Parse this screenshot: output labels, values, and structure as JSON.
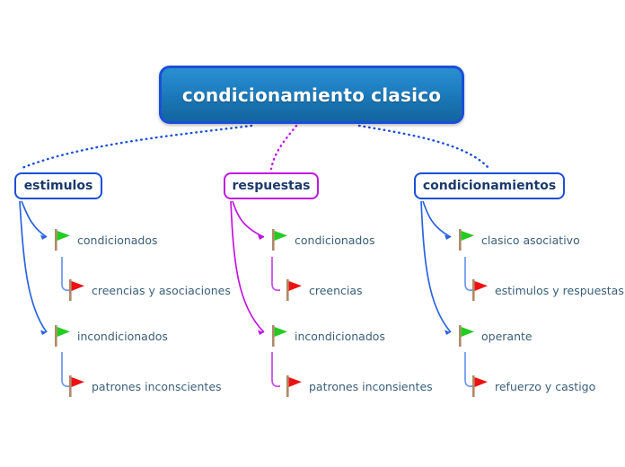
{
  "diagram": {
    "type": "mind-map",
    "background_color": "#ffffff",
    "root": {
      "label": "condicionamiento clasico",
      "fill_color": "#1f81c4",
      "border_color": "#1b4fd8",
      "text_color": "#ffffff"
    },
    "branches": [
      {
        "label": "estimulos",
        "border_color": "#1b4fd8",
        "connector_color": "#1b4fd8",
        "text_color": "#1b3a6b",
        "items": [
          {
            "label": "condicionados",
            "flag": "green-flag-icon",
            "flag_color": "#22cc22"
          },
          {
            "label": "creencias y asociaciones",
            "flag": "red-flag-icon",
            "flag_color": "#ee1111"
          },
          {
            "label": "incondicionados",
            "flag": "green-flag-icon",
            "flag_color": "#22cc22"
          },
          {
            "label": "patrones inconscientes",
            "flag": "red-flag-icon",
            "flag_color": "#ee1111"
          }
        ]
      },
      {
        "label": "respuestas",
        "border_color": "#c016e0",
        "connector_color": "#c016e0",
        "text_color": "#1b3a6b",
        "items": [
          {
            "label": "condicionados",
            "flag": "green-flag-icon",
            "flag_color": "#22cc22"
          },
          {
            "label": "creencias",
            "flag": "red-flag-icon",
            "flag_color": "#ee1111"
          },
          {
            "label": "incondicionados",
            "flag": "green-flag-icon",
            "flag_color": "#22cc22"
          },
          {
            "label": "patrones inconsientes",
            "flag": "red-flag-icon",
            "flag_color": "#ee1111"
          }
        ]
      },
      {
        "label": "condicionamientos",
        "border_color": "#1b4fd8",
        "connector_color": "#1b4fd8",
        "text_color": "#1b3a6b",
        "items": [
          {
            "label": "clasico asociativo",
            "flag": "green-flag-icon",
            "flag_color": "#22cc22"
          },
          {
            "label": "estimulos y respuestas",
            "flag": "red-flag-icon",
            "flag_color": "#ee1111"
          },
          {
            "label": "operante",
            "flag": "green-flag-icon",
            "flag_color": "#22cc22"
          },
          {
            "label": "refuerzo y castigo",
            "flag": "red-flag-icon",
            "flag_color": "#ee1111"
          }
        ]
      }
    ]
  }
}
